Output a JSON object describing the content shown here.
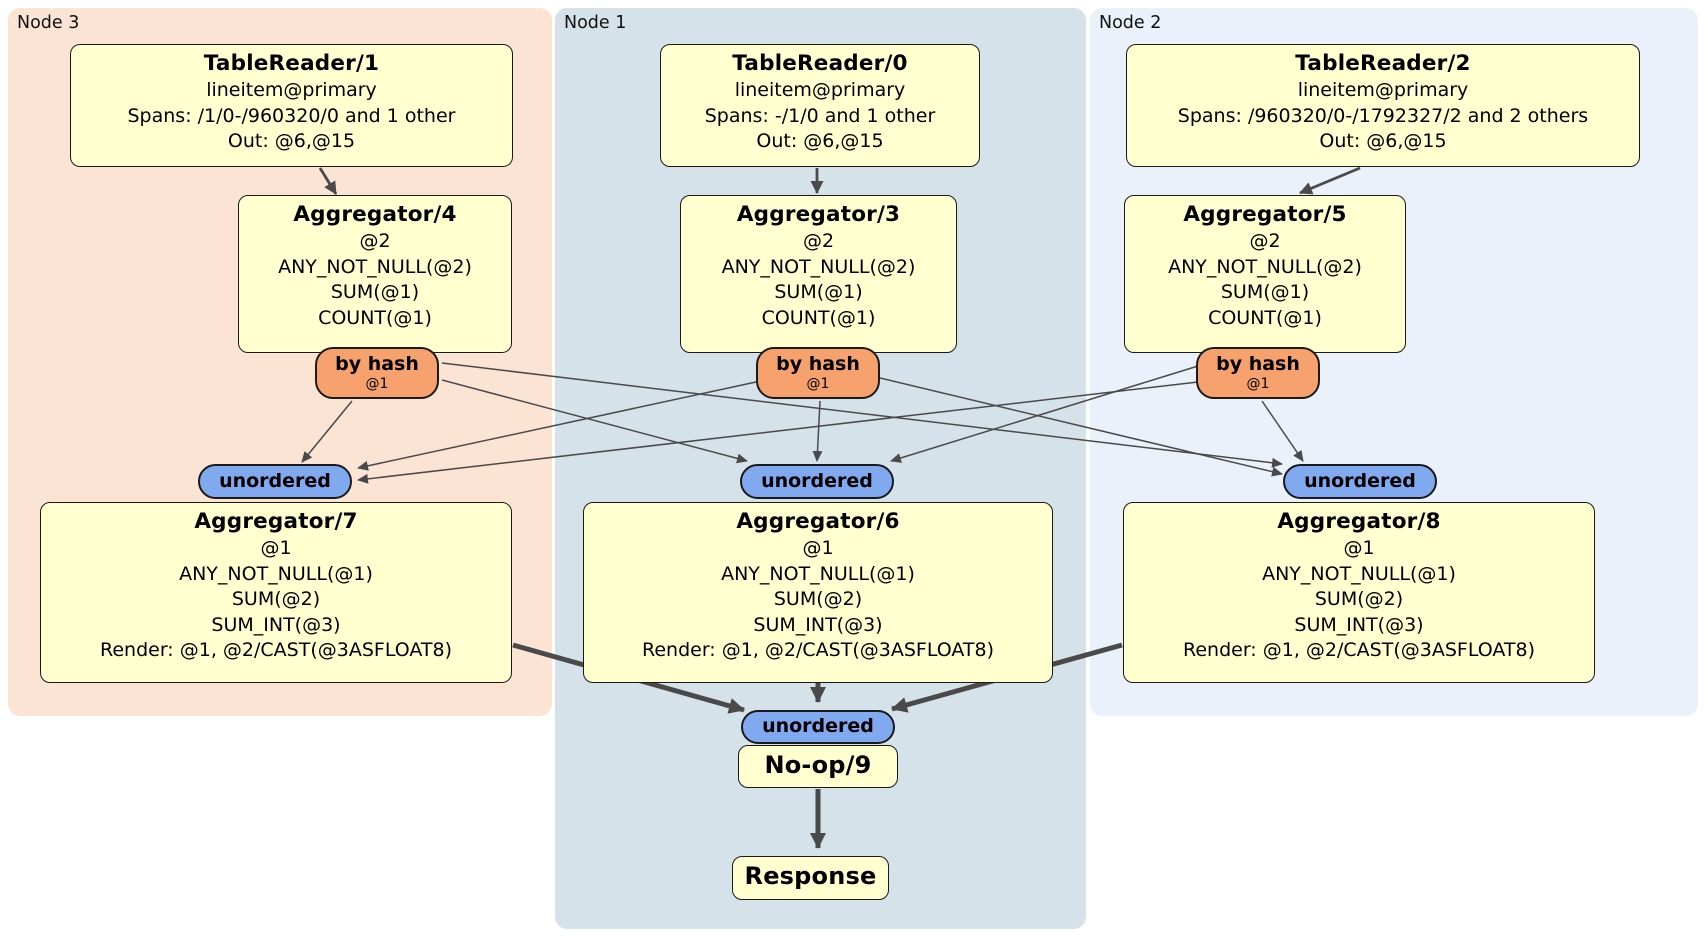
{
  "regions": [
    {
      "label": "Node 3"
    },
    {
      "label": "Node 1"
    },
    {
      "label": "Node 2"
    }
  ],
  "processors": {
    "tr1": {
      "title": "TableReader/1",
      "lines": [
        "lineitem@primary",
        "Spans: /1/0-/960320/0 and 1 other",
        "Out: @6,@15"
      ]
    },
    "tr0": {
      "title": "TableReader/0",
      "lines": [
        "lineitem@primary",
        "Spans: -/1/0 and 1 other",
        "Out: @6,@15"
      ]
    },
    "tr2": {
      "title": "TableReader/2",
      "lines": [
        "lineitem@primary",
        "Spans: /960320/0-/1792327/2 and 2 others",
        "Out: @6,@15"
      ]
    },
    "agg4": {
      "title": "Aggregator/4",
      "lines": [
        "@2",
        "ANY_NOT_NULL(@2)",
        "SUM(@1)",
        "COUNT(@1)"
      ]
    },
    "agg3": {
      "title": "Aggregator/3",
      "lines": [
        "@2",
        "ANY_NOT_NULL(@2)",
        "SUM(@1)",
        "COUNT(@1)"
      ]
    },
    "agg5": {
      "title": "Aggregator/5",
      "lines": [
        "@2",
        "ANY_NOT_NULL(@2)",
        "SUM(@1)",
        "COUNT(@1)"
      ]
    },
    "agg7": {
      "title": "Aggregator/7",
      "lines": [
        "@1",
        "ANY_NOT_NULL(@1)",
        "SUM(@2)",
        "SUM_INT(@3)",
        "Render: @1, @2/CAST(@3ASFLOAT8)"
      ]
    },
    "agg6": {
      "title": "Aggregator/6",
      "lines": [
        "@1",
        "ANY_NOT_NULL(@1)",
        "SUM(@2)",
        "SUM_INT(@3)",
        "Render: @1, @2/CAST(@3ASFLOAT8)"
      ]
    },
    "agg8": {
      "title": "Aggregator/8",
      "lines": [
        "@1",
        "ANY_NOT_NULL(@1)",
        "SUM(@2)",
        "SUM_INT(@3)",
        "Render: @1, @2/CAST(@3ASFLOAT8)"
      ]
    },
    "noop": {
      "title": "No-op/9"
    },
    "response": {
      "title": "Response"
    }
  },
  "routers": {
    "by_hash": {
      "label": "by hash",
      "detail": "@1"
    },
    "unordered": {
      "label": "unordered"
    }
  },
  "colors": {
    "node3_bg": "#fce4d5",
    "node1_bg": "#d6e2ea",
    "node2_bg": "#ebf1fb",
    "box_fill": "#ffffd0",
    "box_border": "#1a1a1a",
    "hash_fill": "#f7a16e",
    "sync_fill": "#80a9f0",
    "edge": "#4a4a4a",
    "label_color": "#111111"
  }
}
